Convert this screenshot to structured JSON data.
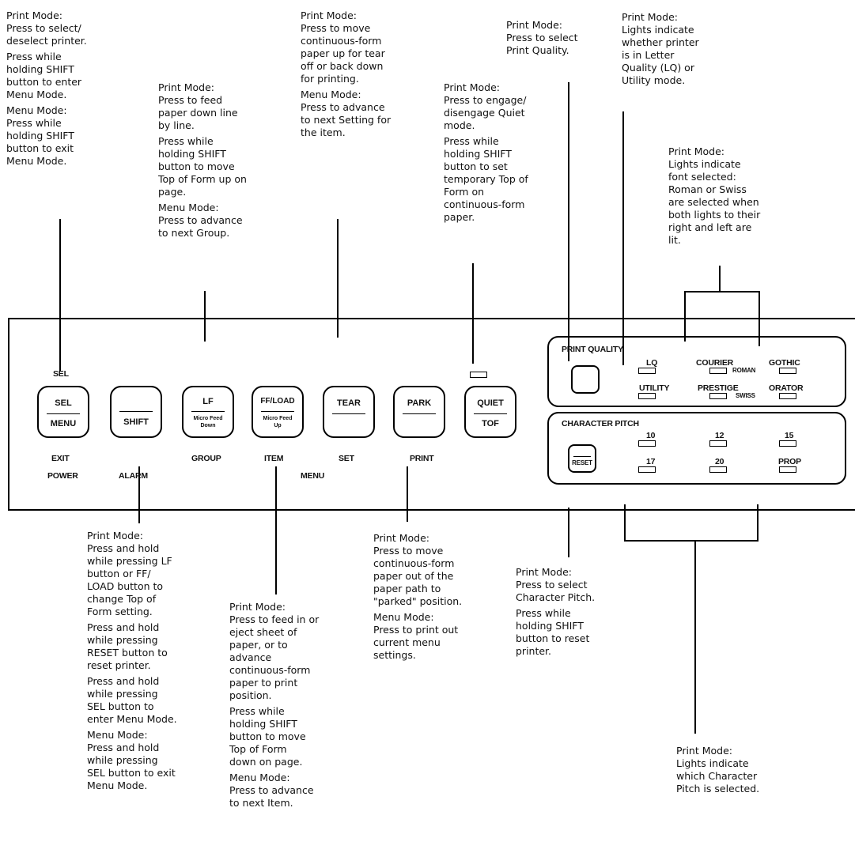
{
  "callouts_top": {
    "sel": {
      "title": "Print Mode:",
      "text1": [
        "Press to select/",
        "deselect printer."
      ],
      "text2": [
        "Press while",
        "holding SHIFT",
        "button to enter",
        "Menu Mode."
      ],
      "title2": "Menu Mode:",
      "text3": [
        "Press while",
        "holding SHIFT",
        "button to exit",
        "Menu Mode."
      ]
    },
    "lf": {
      "title": "Print Mode:",
      "text1": [
        "Press to feed",
        "paper down line",
        "by line."
      ],
      "text2": [
        "Press while",
        "holding SHIFT",
        "button to move",
        "Top of Form up on",
        "page."
      ],
      "title2": "Menu Mode:",
      "text3": [
        "Press to advance",
        "to next Group."
      ]
    },
    "tear": {
      "title": "Print Mode:",
      "text1": [
        "Press to move",
        "continuous-form",
        "paper up for tear",
        "off or back down",
        "for printing."
      ],
      "title2": "Menu Mode:",
      "text2": [
        "Press to advance",
        "to next Setting for",
        "the item."
      ]
    },
    "quiet": {
      "title": "Print Mode:",
      "text1": [
        "Press to engage/",
        "disengage Quiet",
        "mode."
      ],
      "text2": [
        "Press while",
        "holding SHIFT",
        "button to set",
        "temporary Top of",
        "Form on",
        "continuous-form",
        "paper."
      ]
    },
    "pq": {
      "title": "Print Mode:",
      "text1": [
        "Press to select",
        "Print Quality."
      ]
    },
    "lq": {
      "title": "Print Mode:",
      "text1": [
        "Lights indicate",
        "whether printer",
        "is in Letter",
        "Quality (LQ) or",
        "Utility mode."
      ]
    },
    "font": {
      "title": "Print Mode:",
      "text1": [
        "Lights indicate",
        "font selected:",
        "Roman or Swiss",
        "are selected when",
        "both lights to their",
        "right and left are",
        "lit."
      ]
    }
  },
  "callouts_bottom": {
    "shift": {
      "title": "Print Mode:",
      "text1": [
        "Press and hold",
        "while pressing LF",
        "button or FF/",
        "LOAD button to",
        "change Top of",
        "Form setting."
      ],
      "text2": [
        "Press and hold",
        "while pressing",
        "RESET button to",
        "reset printer."
      ],
      "text3": [
        "Press and hold",
        "while pressing",
        "SEL button to",
        "enter Menu Mode."
      ],
      "title2": "Menu Mode:",
      "text4": [
        "Press and hold",
        "while pressing",
        "SEL button to exit",
        "Menu Mode."
      ]
    },
    "ff": {
      "title": "Print Mode:",
      "text1": [
        "Press to feed in or",
        "eject sheet of",
        "paper, or to",
        "advance",
        "continuous-form",
        "paper to print",
        "position."
      ],
      "text2": [
        "Press while",
        "holding SHIFT",
        "button to move",
        "Top of Form",
        "down on page."
      ],
      "title2": "Menu Mode:",
      "text3": [
        "Press to advance",
        "to next Item."
      ]
    },
    "park": {
      "title": "Print Mode:",
      "text1": [
        "Press to move",
        "continuous-form",
        "paper out of the",
        "paper path to",
        "\"parked\" position."
      ],
      "title2": "Menu Mode:",
      "text2": [
        "Press to print out",
        "current menu",
        "settings."
      ]
    },
    "pitch": {
      "title": "Print Mode:",
      "text1": [
        "Press to select",
        "Character Pitch."
      ],
      "text2": [
        "Press while",
        "holding SHIFT",
        "button to reset",
        "printer."
      ]
    },
    "pitchlights": {
      "title": "Print Mode:",
      "text1": [
        "Lights indicate",
        "which Character",
        "Pitch is selected."
      ]
    }
  },
  "panel": {
    "sel_light": "SEL",
    "buttons": [
      {
        "top": "SEL",
        "bottom": "MENU"
      },
      {
        "top": "",
        "bottom": "SHIFT"
      },
      {
        "top": "LF",
        "bottom": "Micro Feed",
        "bottom2": "Down"
      },
      {
        "top": "FF/LOAD",
        "bottom": "Micro Feed",
        "bottom2": "Up"
      },
      {
        "top": "TEAR",
        "bottom": ""
      },
      {
        "top": "PARK",
        "bottom": ""
      },
      {
        "top": "QUIET",
        "bottom": "TOF"
      }
    ],
    "labels": {
      "exit": "EXIT",
      "power": "POWER",
      "alarm": "ALARM",
      "group": "GROUP",
      "item": "ITEM",
      "set": "SET",
      "print": "PRINT",
      "menu": "MENU"
    },
    "pq": {
      "title": "PRINT QUALITY",
      "lq": "LQ",
      "utility": "UTILITY",
      "courier": "COURIER",
      "roman": "ROMAN",
      "gothic": "GOTHIC",
      "prestige": "PRESTIGE",
      "swiss": "SWISS",
      "orator": "ORATOR"
    },
    "cp": {
      "title": "CHARACTER PITCH",
      "reset": "RESET",
      "p10": "10",
      "p12": "12",
      "p15": "15",
      "p17": "17",
      "p20": "20",
      "prop": "PROP"
    }
  }
}
